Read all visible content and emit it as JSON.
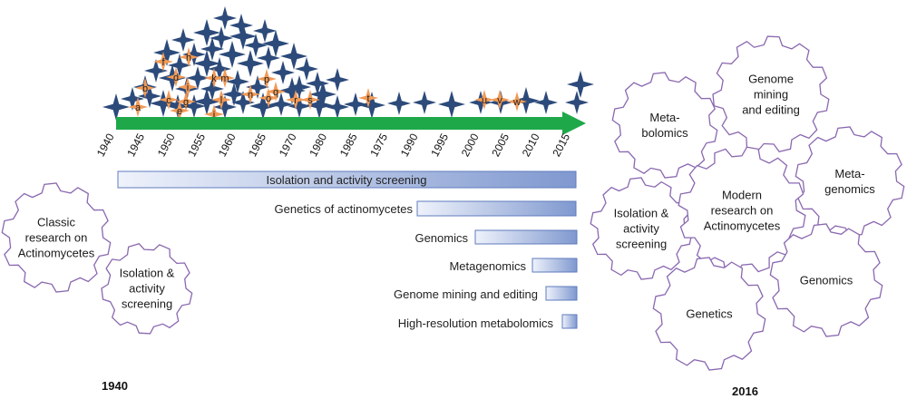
{
  "timeline": {
    "tick_labels": [
      "1940",
      "1945",
      "1950",
      "1955",
      "1960",
      "1965",
      "1970",
      "1980",
      "1985",
      "1975",
      "1990",
      "1995",
      "2000",
      "2005",
      "2010",
      "2015"
    ],
    "arrow_color": "#1fa84a",
    "star_color": "#2c4a7a",
    "highlight_color": "#f19a57",
    "highlight_letters": [
      "a",
      "b",
      "c",
      "d",
      "e",
      "f",
      "g",
      "h",
      "i",
      "j",
      "k",
      "l",
      "m",
      "n",
      "o",
      "p",
      "q",
      "r",
      "s",
      "t",
      "u",
      "v",
      "w"
    ]
  },
  "bars": [
    {
      "label": "Isolation and activity screening"
    },
    {
      "label": "Genetics of actinomycetes"
    },
    {
      "label": "Genomics"
    },
    {
      "label": "Metagenomics"
    },
    {
      "label": "Genome mining and editing"
    },
    {
      "label": "High-resolution metabolomics"
    }
  ],
  "left_gears": {
    "big": [
      "Classic",
      "research on",
      "Actinomycetes"
    ],
    "small": [
      "Isolation &",
      "activity",
      "screening"
    ]
  },
  "right_gears": {
    "center": [
      "Modern",
      "research on",
      "Actinomycetes"
    ],
    "metabolomics": [
      "Meta-",
      "bolomics"
    ],
    "genome_mining": [
      "Genome",
      "mining",
      "and editing"
    ],
    "metagenomics": [
      "Meta-",
      "genomics"
    ],
    "isolation": [
      "Isolation &",
      "activity",
      "screening"
    ],
    "genomics": [
      "Genomics"
    ],
    "genetics": [
      "Genetics"
    ]
  },
  "gear_color": "#8a68b0",
  "footer": {
    "start_year": "1940",
    "end_year": "2016"
  }
}
